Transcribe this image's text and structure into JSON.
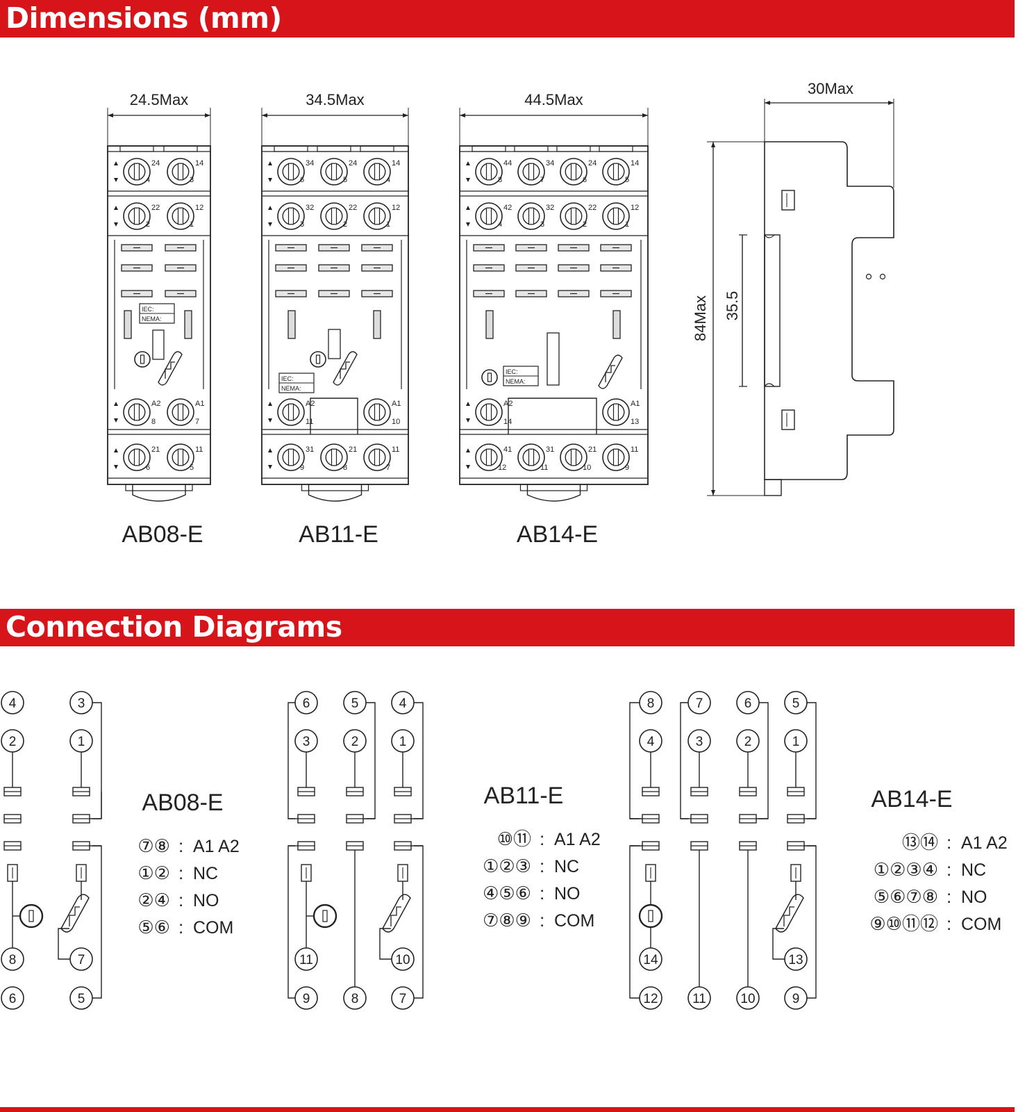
{
  "sections": {
    "dimensions_title": "Dimensions (mm)",
    "connections_title": "Connection Diagrams"
  },
  "sockets": [
    {
      "model": "AB08-E",
      "width_label": "24.5Max"
    },
    {
      "model": "AB11-E",
      "width_label": "34.5Max"
    },
    {
      "model": "AB14-E",
      "width_label": "44.5Max"
    }
  ],
  "side_view": {
    "depth_label": "30Max",
    "height_label": "84Max",
    "rail_label": "35.5"
  },
  "terminal_labels": {
    "AB08": {
      "top": [
        "24",
        "4",
        "14",
        "3"
      ],
      "mid": [
        "22",
        "2",
        "12",
        "1"
      ],
      "coil": [
        "A2",
        "8",
        "A1",
        "7"
      ],
      "bot": [
        "21",
        "6",
        "11",
        "5"
      ]
    },
    "AB11": {
      "top": [
        "34",
        "6",
        "24",
        "5",
        "14",
        "4"
      ],
      "mid": [
        "32",
        "3",
        "22",
        "2",
        "12",
        "1"
      ],
      "coil": [
        "A2",
        "11",
        "A1",
        "10"
      ],
      "bot": [
        "31",
        "9",
        "21",
        "8",
        "11",
        "7"
      ]
    },
    "AB14": {
      "top": [
        "44",
        "8",
        "34",
        "7",
        "24",
        "6",
        "14",
        "5"
      ],
      "mid": [
        "42",
        "4",
        "32",
        "3",
        "22",
        "2",
        "12",
        "1"
      ],
      "coil": [
        "A2",
        "14",
        "A1",
        "13"
      ],
      "bot": [
        "41",
        "12",
        "31",
        "11",
        "21",
        "10",
        "11",
        "9"
      ]
    },
    "iec": "IEC:",
    "nema": "NEMA:"
  },
  "connections": [
    {
      "model": "AB08-E",
      "legend": [
        {
          "pins": "⑦⑧",
          "sep": ":",
          "value": "A1  A2"
        },
        {
          "pins": "①②",
          "sep": ":",
          "value": "NC"
        },
        {
          "pins": "②④",
          "sep": ":",
          "value": "NO"
        },
        {
          "pins": "⑤⑥",
          "sep": ":",
          "value": "COM"
        }
      ],
      "pins": {
        "top": [
          "4",
          "3"
        ],
        "nc": [
          "2",
          "1"
        ],
        "coil": [
          "8",
          "7"
        ],
        "com": [
          "6",
          "5"
        ]
      }
    },
    {
      "model": "AB11-E",
      "legend": [
        {
          "pins": "⑩⑪",
          "sep": ":",
          "value": "A1  A2"
        },
        {
          "pins": "①②③",
          "sep": ":",
          "value": "NC"
        },
        {
          "pins": "④⑤⑥",
          "sep": ":",
          "value": "NO"
        },
        {
          "pins": "⑦⑧⑨",
          "sep": ":",
          "value": "COM"
        }
      ],
      "pins": {
        "top": [
          "6",
          "5",
          "4"
        ],
        "nc": [
          "3",
          "2",
          "1"
        ],
        "coil": [
          "11",
          "10"
        ],
        "com": [
          "9",
          "8",
          "7"
        ]
      }
    },
    {
      "model": "AB14-E",
      "legend": [
        {
          "pins": "⑬⑭",
          "sep": ":",
          "value": "A1  A2"
        },
        {
          "pins": "①②③④",
          "sep": ":",
          "value": "NC"
        },
        {
          "pins": "⑤⑥⑦⑧",
          "sep": ":",
          "value": "NO"
        },
        {
          "pins": "⑨⑩⑪⑫",
          "sep": ":",
          "value": "COM"
        }
      ],
      "pins": {
        "top": [
          "8",
          "7",
          "6",
          "5"
        ],
        "nc": [
          "4",
          "3",
          "2",
          "1"
        ],
        "coil": [
          "14",
          "13"
        ],
        "com": [
          "12",
          "11",
          "10",
          "9"
        ]
      }
    }
  ],
  "colors": {
    "accent": "#d8141b",
    "line": "#222222"
  }
}
